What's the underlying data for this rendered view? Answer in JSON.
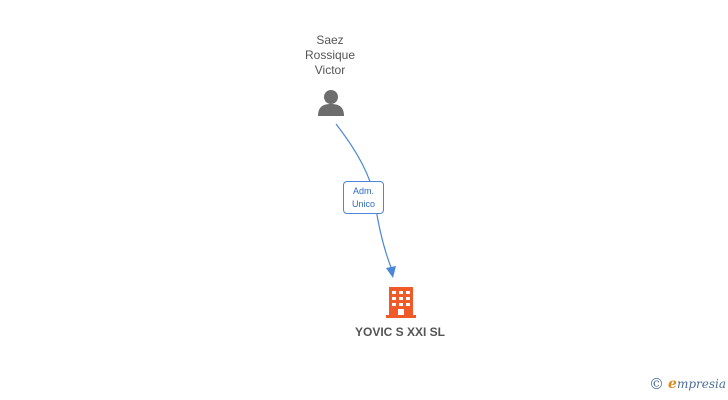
{
  "person": {
    "name_lines": [
      "Saez",
      "Rossique",
      "Victor"
    ],
    "icon": "person-icon"
  },
  "edge": {
    "label_lines": [
      "Adm.",
      "Unico"
    ],
    "color": "#4a87d6"
  },
  "company": {
    "name": "YOVIC S XXI SL",
    "icon": "building-icon",
    "color": "#f05a28"
  },
  "brand": {
    "copyright": "©",
    "e_mark": "e",
    "text": "mpresia"
  }
}
